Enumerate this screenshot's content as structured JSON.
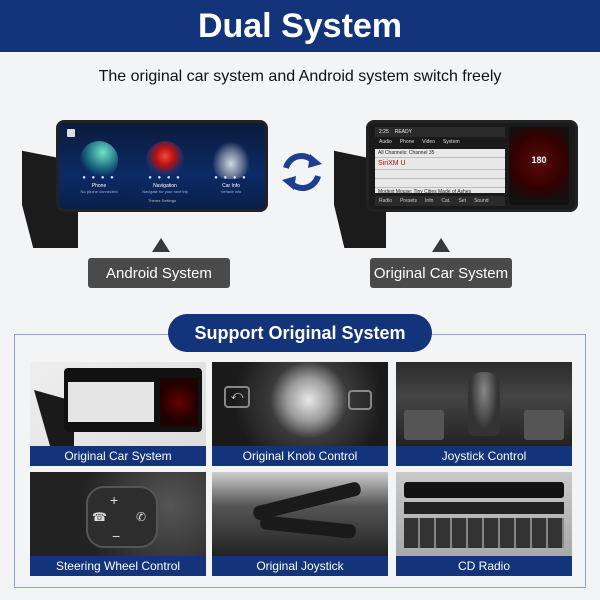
{
  "header": {
    "title": "Dual System"
  },
  "subtitle": "The original car system and Android system switch freely",
  "android_screen": {
    "apps": [
      {
        "title": "Phone",
        "sub": "No phone connected"
      },
      {
        "title": "Navigation",
        "sub": "Navigate for your next trip"
      },
      {
        "title": "Car Info",
        "sub": "Vehicle info"
      }
    ],
    "bottom_text": "Theme Settings"
  },
  "original_screen": {
    "time": "2:25",
    "status": "READY",
    "menu": [
      "Audio",
      "Phone",
      "Video",
      "System"
    ],
    "rows": [
      "All Channels: Channel 35",
      "SiriXM U",
      "",
      "",
      "Modest Mouse: Tiny Cities Made of Ashes"
    ],
    "bottom": [
      "Radio",
      "Presets",
      "Info",
      "Cat.",
      "Set",
      "Sound"
    ],
    "gauge": "180"
  },
  "labels": {
    "android": "Android System",
    "original": "Original Car System"
  },
  "section": {
    "title": "Support Original System"
  },
  "tiles": [
    {
      "caption": "Original Car System"
    },
    {
      "caption": "Original Knob Control"
    },
    {
      "caption": "Joystick Control"
    },
    {
      "caption": "Steering Wheel Control"
    },
    {
      "caption": "Original Joystick"
    },
    {
      "caption": "CD Radio"
    }
  ],
  "colors": {
    "brand_blue": "#13337a",
    "pill_gray": "#4a4a4a"
  }
}
